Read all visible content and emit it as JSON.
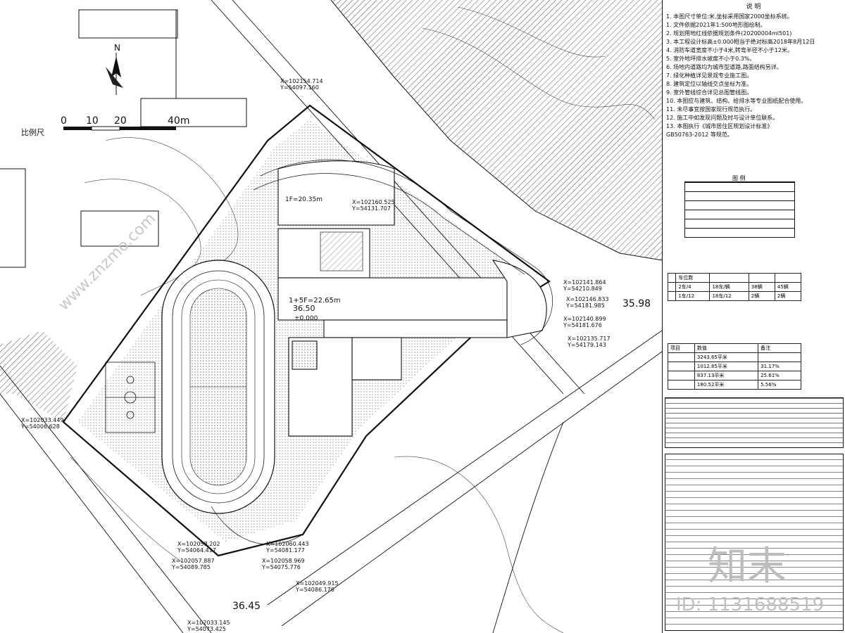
{
  "drawing": {
    "north_label": "N",
    "scale_ticks": [
      "0",
      "10",
      "20",
      "40m"
    ],
    "scale_label": "比例尺",
    "level_labels": [
      "35.98",
      "36.50",
      "±0.000",
      "36.45"
    ],
    "coordinates": [
      "X=102154.714",
      "Y=54097.160",
      "X=102160.525",
      "Y=54131.707",
      "X=102141.864",
      "Y=54210.849",
      "X=102146.833",
      "Y=54181.985",
      "X=102140.899",
      "Y=54181.676",
      "X=102135.717",
      "Y=54179.143",
      "X=102033.449",
      "Y=54006.628",
      "X=102058.202",
      "Y=54064.417",
      "X=102057.887",
      "Y=54089.785",
      "X=102060.443",
      "Y=54081.177",
      "X=102058.969",
      "Y=54075.776",
      "X=102049.915",
      "Y=54086.176",
      "X=102033.145",
      "Y=54073.425"
    ],
    "building_label": "1+5F=22.65m",
    "building_label_2": "1F=20.35m"
  },
  "notes": {
    "title": "说  明",
    "lines": [
      "1. 本图尺寸单位:米,坐标采用国家2000坐标系统。",
      "1. 文件依据2021年1:500地形图绘制。",
      "2. 规划用地红线依据规划条件(20200004ml501)",
      "3. 本工程设计标高±0.000相当于绝对标高2018年8月12日",
      "4. 消防车道宽度不小于4米,转弯半径不小于12米。",
      "5. 室外地坪排水坡度不小于0.3%。",
      "6. 场地内道路均为城市型道路,路面结构另详。",
      "7. 绿化种植详见景观专业施工图。",
      "8. 建筑定位以轴线交点坐标为准。",
      "9. 室外管线综合详见总图管线图。",
      "10. 本图应与建筑、结构、给排水等专业图纸配合使用。",
      "11. 未尽事宜按国家现行规范执行。",
      "12. 施工中如发现问题及时与设计单位联系。",
      "13. 本图执行《城市居住区规划设计标准》",
      "GB50763-2012 等规范。"
    ]
  },
  "legend": {
    "title": "图  例"
  },
  "parking": {
    "rows": [
      [
        "",
        "车位数",
        "",
        "",
        ""
      ],
      [
        "",
        "2车/4",
        "18车/辆",
        "38辆",
        "45辆"
      ],
      [
        "",
        "1车/12",
        "18车/12",
        "2辆",
        "2辆"
      ]
    ]
  },
  "economics": {
    "rows": [
      [
        "项目",
        "数值",
        "备注"
      ],
      [
        "",
        "3243.65平米",
        ""
      ],
      [
        "",
        "1012.85平米",
        "31.17%"
      ],
      [
        "",
        "837.13平米",
        "25.61%"
      ],
      [
        "",
        "180.52平米",
        "5.56%"
      ]
    ]
  },
  "watermarks": {
    "brand": "知末",
    "id": "ID: 1131688519",
    "site": "www.znzmo.com"
  }
}
